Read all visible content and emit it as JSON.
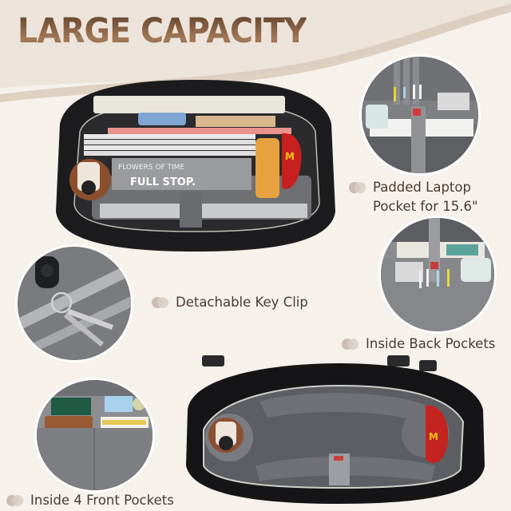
{
  "page": {
    "title": "LARGE CAPACITY",
    "background_color": "#f6f1eb",
    "title_color": "#8a6445",
    "label_color": "#4a3b33",
    "bullet_color": "#c9bdb4"
  },
  "features": [
    {
      "id": "laptop",
      "line1": "Padded Laptop",
      "line2": "Pocket for 15.6\""
    },
    {
      "id": "keyclip",
      "line1": "Detachable Key Clip"
    },
    {
      "id": "back",
      "line1": "Inside Back Pockets"
    },
    {
      "id": "front",
      "line1": "Inside 4 Front Pockets"
    }
  ],
  "photos": {
    "top_bag": {
      "book_spine_1": "FLOWERS OF TIME",
      "book_spine_2": "FULL STOP."
    },
    "bottom_bag": {}
  }
}
